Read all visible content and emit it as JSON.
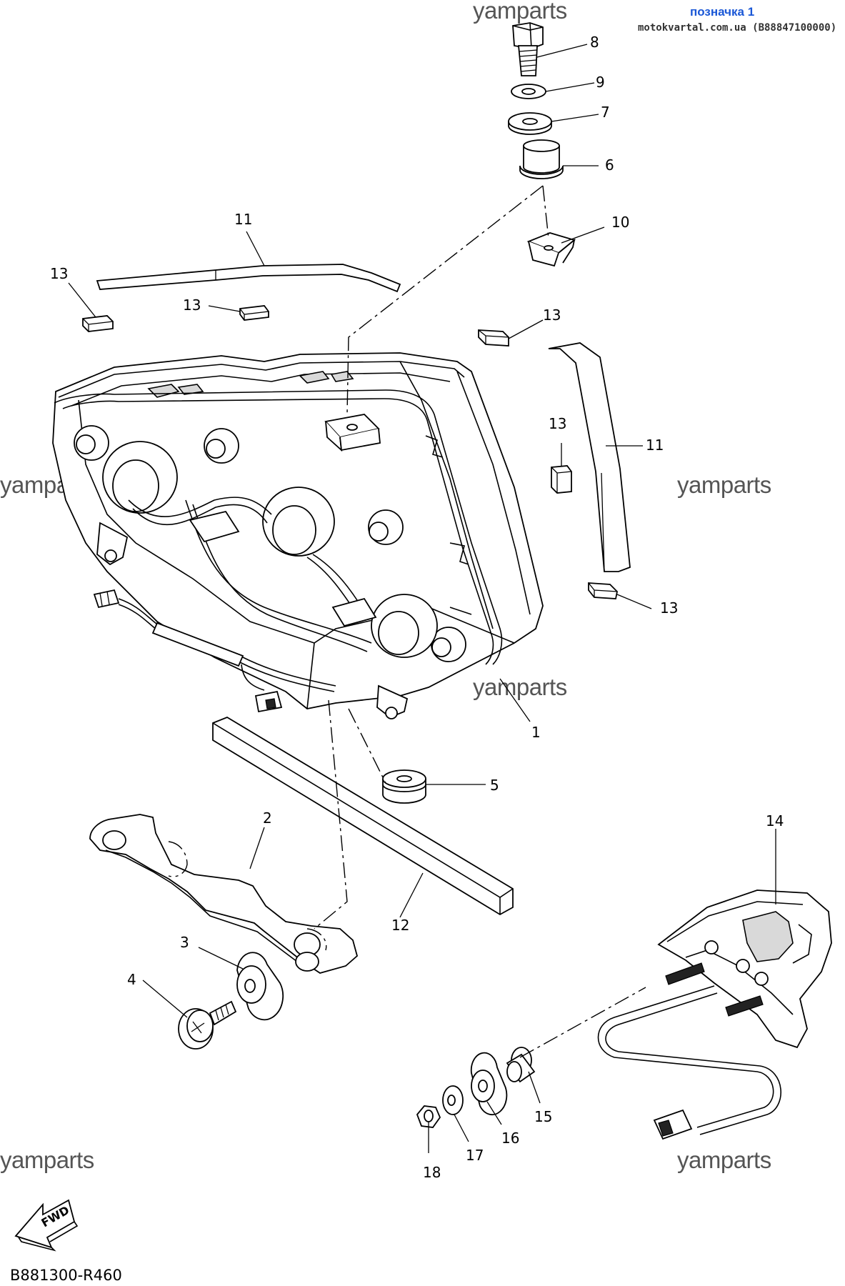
{
  "header": {
    "link_text": "позначка 1",
    "site_text": "motokvartal.com.ua (B88847100000)"
  },
  "watermarks": [
    "yamparts",
    "yamparts",
    "yamparts",
    "yamparts",
    "yamparts",
    "yamparts"
  ],
  "callouts": [
    {
      "id": "p8",
      "label": "8"
    },
    {
      "id": "p9",
      "label": "9"
    },
    {
      "id": "p7",
      "label": "7"
    },
    {
      "id": "p6",
      "label": "6"
    },
    {
      "id": "p10",
      "label": "10"
    },
    {
      "id": "p11a",
      "label": "11"
    },
    {
      "id": "p13a",
      "label": "13"
    },
    {
      "id": "p13b",
      "label": "13"
    },
    {
      "id": "p13c",
      "label": "13"
    },
    {
      "id": "p13d",
      "label": "13"
    },
    {
      "id": "p11b",
      "label": "11"
    },
    {
      "id": "p13e",
      "label": "13"
    },
    {
      "id": "p1",
      "label": "1"
    },
    {
      "id": "p5",
      "label": "5"
    },
    {
      "id": "p2",
      "label": "2"
    },
    {
      "id": "p14",
      "label": "14"
    },
    {
      "id": "p3",
      "label": "3"
    },
    {
      "id": "p12",
      "label": "12"
    },
    {
      "id": "p4",
      "label": "4"
    },
    {
      "id": "p15",
      "label": "15"
    },
    {
      "id": "p16",
      "label": "16"
    },
    {
      "id": "p17",
      "label": "17"
    },
    {
      "id": "p18",
      "label": "18"
    }
  ],
  "fwd_label": "FWD",
  "diagram_ref": "B881300-R460"
}
